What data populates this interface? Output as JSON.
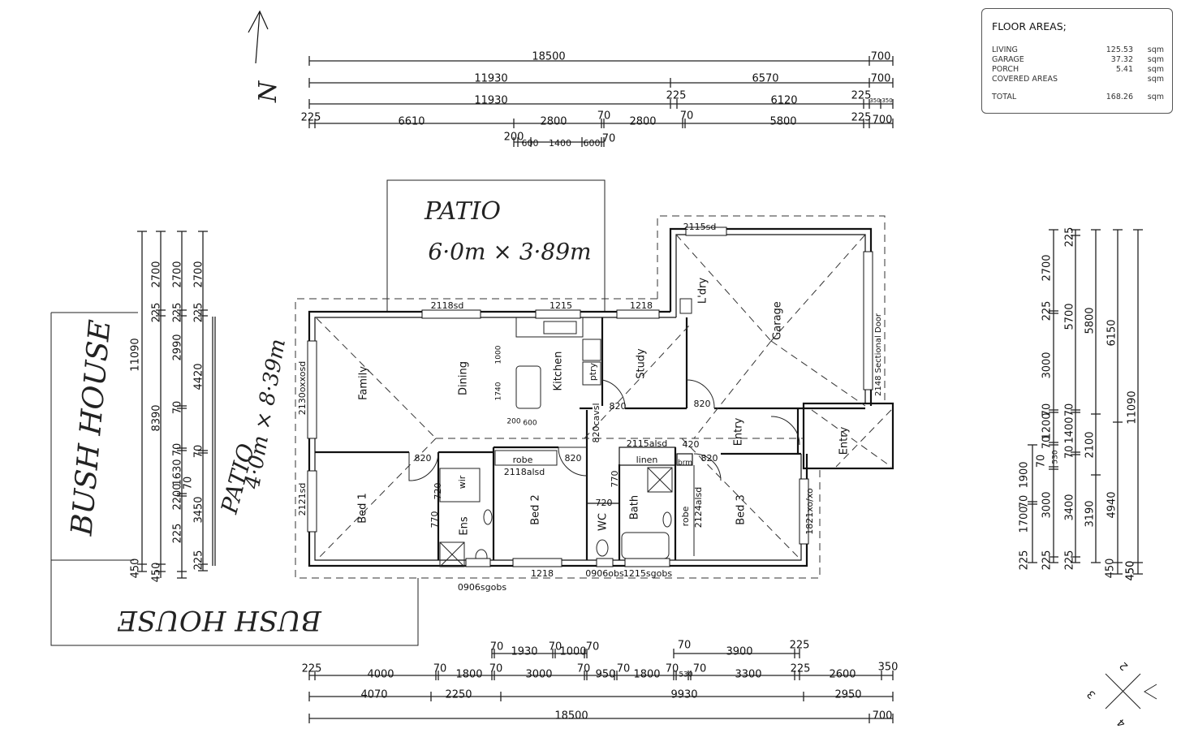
{
  "floor_areas": {
    "title": "FLOOR AREAS;",
    "rows": [
      {
        "label": "LIVING",
        "value": "125.53",
        "unit": "sqm"
      },
      {
        "label": "GARAGE",
        "value": "37.32",
        "unit": "sqm"
      },
      {
        "label": "PORCH",
        "value": "5.41",
        "unit": "sqm"
      },
      {
        "label": "COVERED AREAS",
        "value": "",
        "unit": "sqm"
      }
    ],
    "total": {
      "label": "TOTAL",
      "value": "168.26",
      "unit": "sqm"
    }
  },
  "dims": {
    "top": [
      [
        "18500",
        "700"
      ],
      [
        "11930",
        "6570",
        "700"
      ],
      [
        "11930",
        "225",
        "6120",
        "225",
        "350",
        "350"
      ],
      [
        "225",
        "6610",
        "2800",
        "70",
        "2800",
        "70",
        "5800",
        "225",
        "700"
      ],
      [
        "200",
        "600",
        "1400",
        "600",
        "70"
      ]
    ],
    "bottom": [
      [
        "70",
        "1930",
        "70",
        "1000",
        "70",
        "70",
        "3900",
        "225"
      ],
      [
        "225",
        "4000",
        "70",
        "1800",
        "70",
        "3000",
        "70",
        "950",
        "70",
        "1800",
        "70",
        "530",
        "70",
        "3300",
        "225",
        "2600",
        "350"
      ],
      [
        "4070",
        "2250",
        "9930",
        "2950"
      ],
      [
        "18500",
        "700"
      ]
    ],
    "left": [
      [
        "11090",
        "450"
      ],
      [
        "2700",
        "225",
        "8390",
        "450"
      ],
      [
        "2700",
        "225",
        "2990",
        "70",
        "70",
        "1630",
        "70",
        "2200",
        "225"
      ],
      [
        "2700",
        "225",
        "4420",
        "70",
        "3450",
        "225"
      ]
    ],
    "right": [
      [
        "225",
        "1700",
        "70",
        "1900"
      ],
      [
        "2700",
        "225",
        "3000",
        "70",
        "1200",
        "70",
        "530",
        "70",
        "3000",
        "225"
      ],
      [
        "225",
        "5700",
        "70",
        "1400",
        "70",
        "3400",
        "225"
      ],
      [
        "5800",
        "2100",
        "3190",
        "450"
      ],
      [
        "6150",
        "4940",
        "450"
      ],
      [
        "11090",
        "450"
      ]
    ]
  },
  "rooms": {
    "family": "Family",
    "dining": "Dining",
    "kitchen": "Kitchen",
    "pantry": "ptry",
    "study": "Study",
    "laundry": "L'dry",
    "garage": "Garage",
    "entry_hall": "Entry",
    "entry_porch": "Entry",
    "bed1": "Bed 1",
    "bed2": "Bed 2",
    "bed3": "Bed 3",
    "ensuite": "Ens",
    "wir": "wir",
    "wc": "WC",
    "bath": "Bath",
    "robe_bed2": "robe",
    "robe_bed3": "robe",
    "linen": "linen",
    "broom": "brm"
  },
  "openings": [
    "2118sd",
    "1215",
    "1218",
    "2115sd",
    "2130oxxosd",
    "2121sd",
    "2148 Sectional Door",
    "1821xo/xo",
    "820",
    "820",
    "820",
    "820",
    "820",
    "820cavsl",
    "2115alsd",
    "420",
    "2118alsd",
    "720",
    "770",
    "720",
    "770",
    "2124alsd",
    "1218",
    "0906obs",
    "1215sgobs",
    "0906sgobs",
    "1000",
    "1740",
    "200",
    "600"
  ],
  "handwritten": {
    "patio_top_title": "PATIO",
    "patio_top_size": "6·0m × 3·89m",
    "patio_left_title": "PATIO",
    "patio_left_size": "4·0m × 8·39m",
    "bush_house_left": "BUSH HOUSE",
    "bush_house_bottom": "BUSH HOUSE",
    "north": "N"
  },
  "compass": [
    "2",
    "3",
    "4"
  ]
}
